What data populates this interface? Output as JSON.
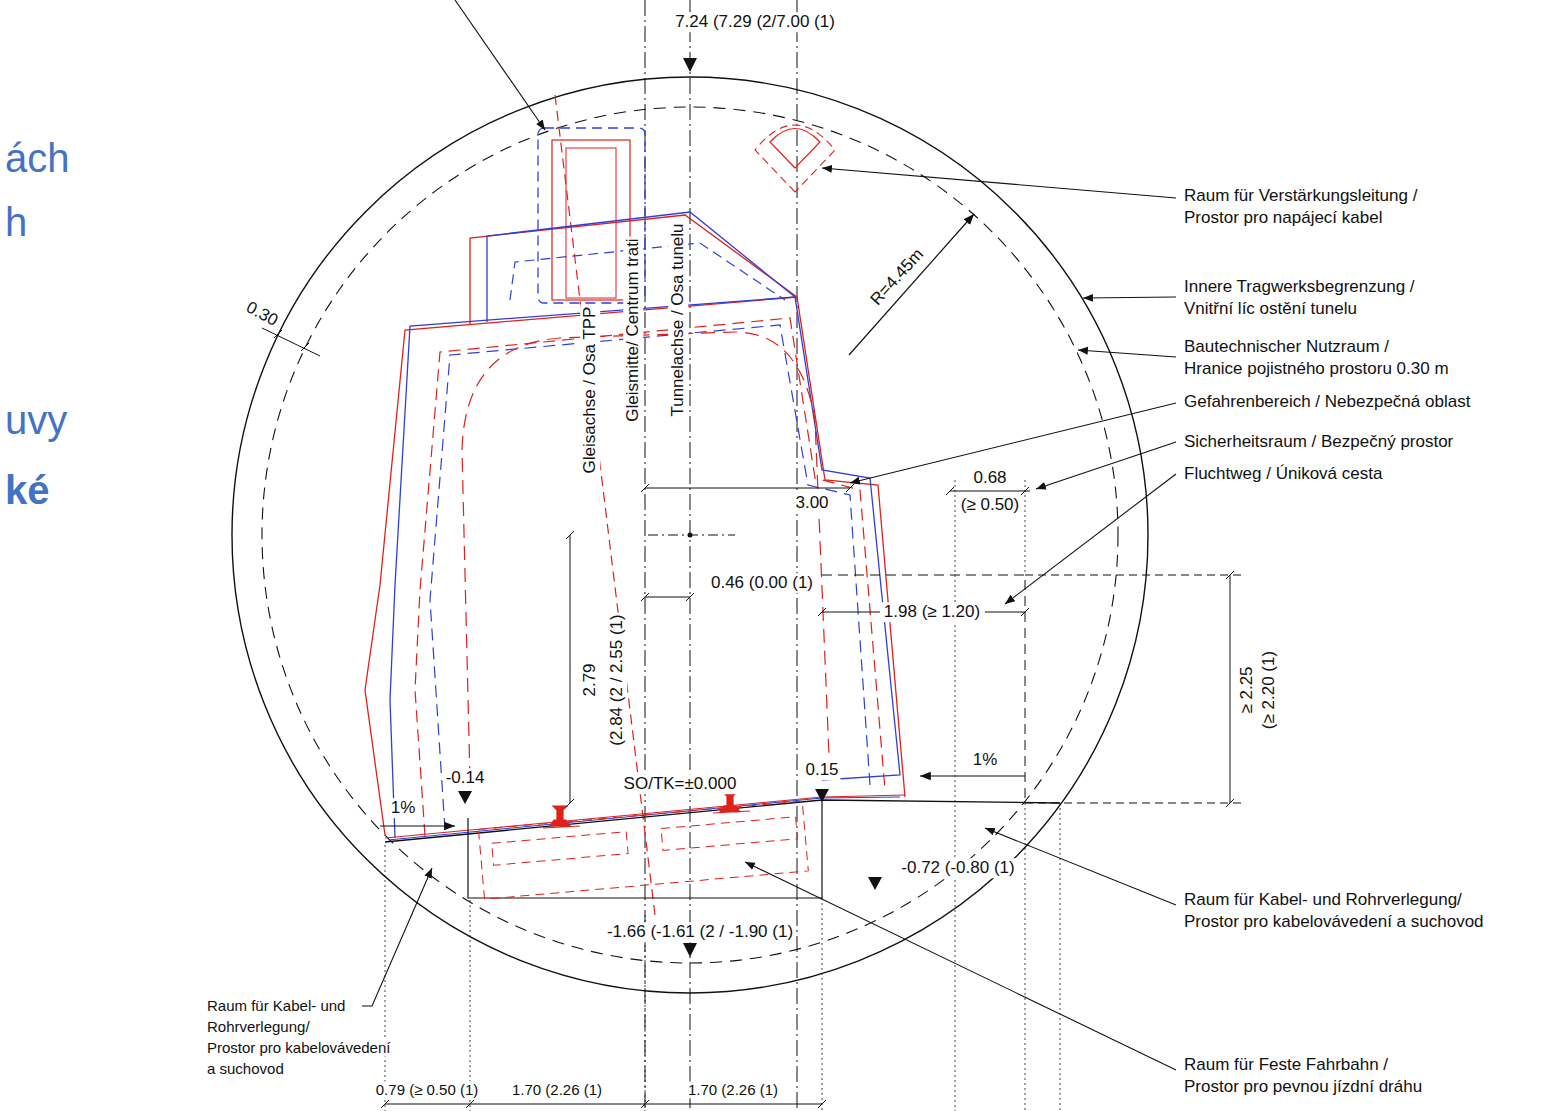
{
  "diagram": {
    "labels": [
      "ách",
      "h",
      "uvy",
      "ké",
      "7.24 (7.29 (2/7.00 (1)",
      "Raum für Verstärkungsleitung /",
      "Prostor pro napájecí kabel",
      "R=4.45m",
      "Innere Tragwerksbegrenzung /",
      "Vnitřní líc ostění tunelu",
      "0.30",
      "Gleisachse / Osa TPP",
      "Gleismitte/ Centrum trati",
      "Tunnelachse / Osa tunelu",
      "Bautechnischer Nutzraum /",
      "Hranice pojistného prostoru 0.30 m",
      "Gefahrenbereich / Nebezpečná oblast",
      "Sicherheitsraum / Bezpečný prostor",
      "0.68",
      "(≥ 0.50)",
      "3.00",
      "Fluchtweg / Úniková cesta",
      "0.46 (0.00 (1)",
      "1.98 (≥ 1.20)",
      "2.79",
      "(2.84 (2 / 2.55 (1)",
      "≥ 2.25",
      "(≥ 2.20 (1)",
      "1%",
      "1%",
      "-0.14",
      "SO/TK=±0.000",
      "0.15",
      "-0.72 (-0.80 (1)",
      "Raum für Kabel- und Rohrverlegung/",
      "Prostor pro kabelovávedení a suchovod",
      "-1.66 (-1.61 (2 / -1.90 (1)",
      "Raum für Kabel- und",
      "Rohrverlegung/",
      "Prostor pro kabelovávedení",
      "a suchovod",
      "Raum für Feste Fahrbahn /",
      "Prostor pro pevnou jízdní dráhu",
      "0.79 (≥ 0.50 (1)",
      "1.70 (2.26 (1)",
      "1.70 (2.26 (1)"
    ]
  }
}
